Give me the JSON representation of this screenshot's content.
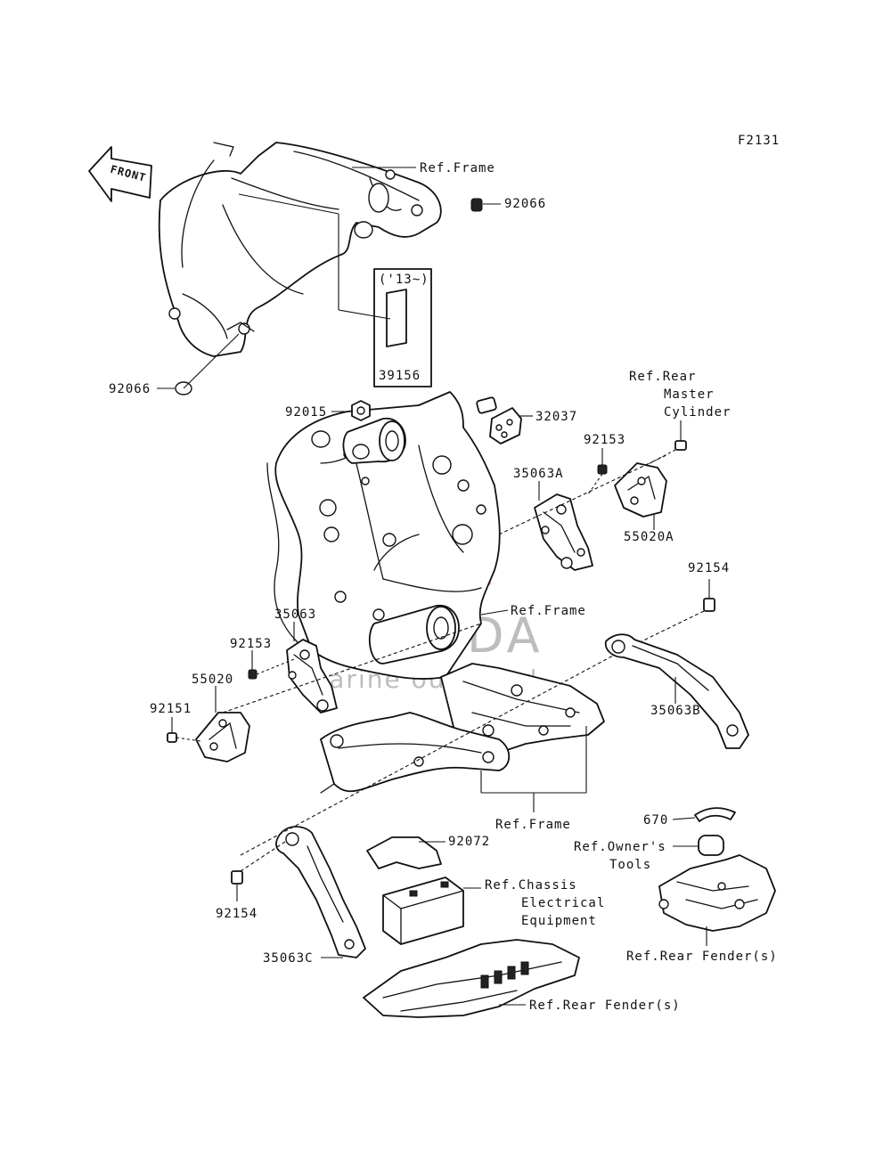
{
  "figure_code": "F2131",
  "front_label": "FRONT",
  "callouts": {
    "ref_frame_top": "Ref.Frame",
    "p92066_top": "92066",
    "p92066_left": "92066",
    "year_note": "('13~)",
    "p39156": "39156",
    "ref_rear_master": [
      "Ref.Rear",
      "Master",
      "Cylinder"
    ],
    "p92015": "92015",
    "p32037": "32037",
    "p92153_right": "92153",
    "p35063A": "35063A",
    "p55020A": "55020A",
    "p92154_right": "92154",
    "ref_frame_mid": "Ref.Frame",
    "p35063": "35063",
    "p92153_left": "92153",
    "p55020": "55020",
    "p92151": "92151",
    "p35063B": "35063B",
    "ref_frame_low": "Ref.Frame",
    "p670": "670",
    "ref_owners_tools": [
      "Ref.Owner's",
      "Tools"
    ],
    "p92072": "92072",
    "ref_chassis_elec": [
      "Ref.Chassis",
      "Electrical",
      "Equipment"
    ],
    "p92154_left": "92154",
    "p35063C": "35063C",
    "ref_rear_fender_right": "Ref.Rear Fender(s)",
    "ref_rear_fender_bottom": "Ref.Rear Fender(s)"
  },
  "watermark": {
    "brand": "ARMADA",
    "tagline": "marine outboard",
    "color": "#e8a6c0"
  }
}
